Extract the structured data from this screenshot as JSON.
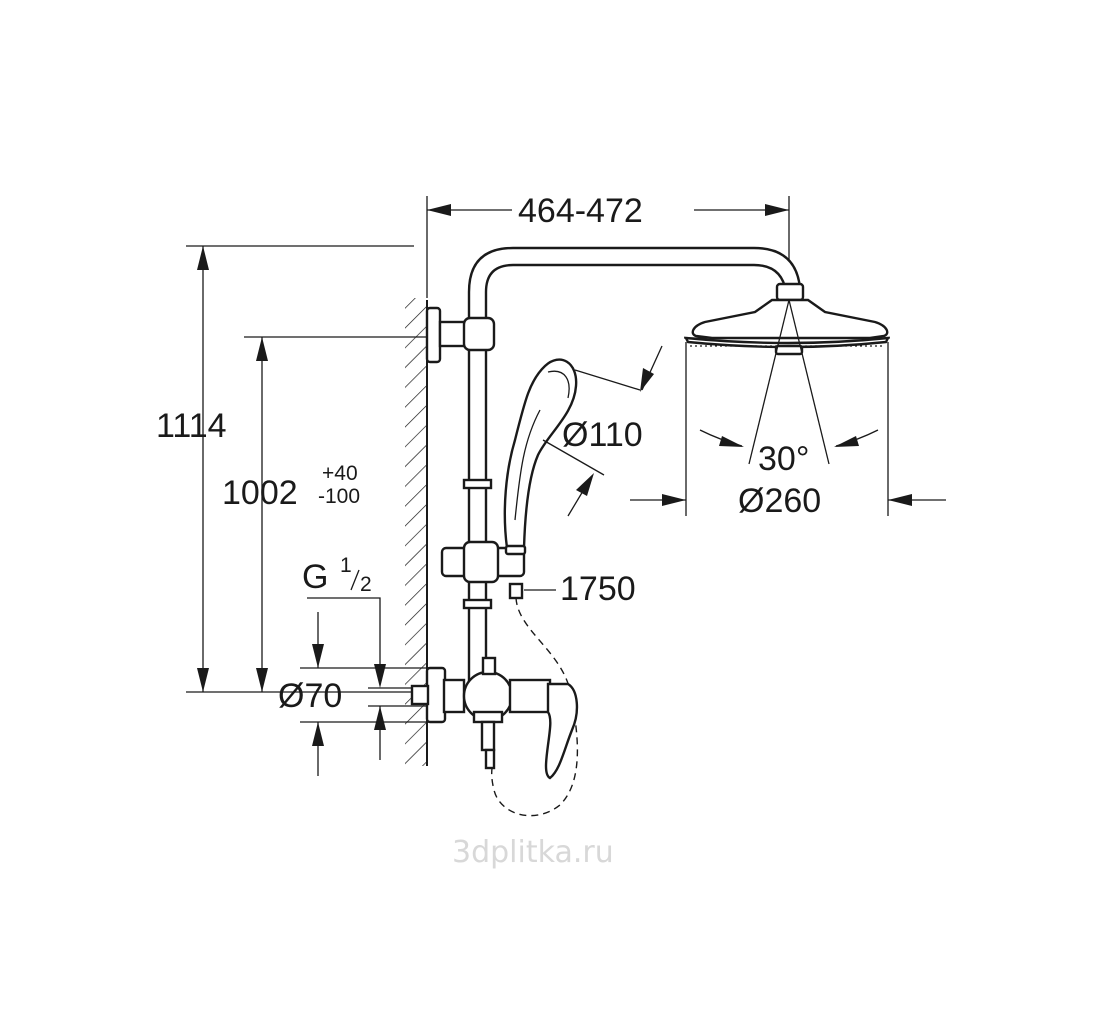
{
  "dimensions": {
    "total_height": "1114",
    "bar_height": "1002",
    "bar_tol_plus": "+40",
    "bar_tol_minus": "-100",
    "thread": "G",
    "thread_num": "1",
    "thread_den": "2",
    "flange_diameter": "Ø70",
    "arm_length": "464-472",
    "hand_shower_diameter": "Ø110",
    "hose_length": "1750",
    "spray_angle": "30°",
    "head_shower_diameter": "Ø260"
  },
  "watermark": "3dplitka.ru"
}
